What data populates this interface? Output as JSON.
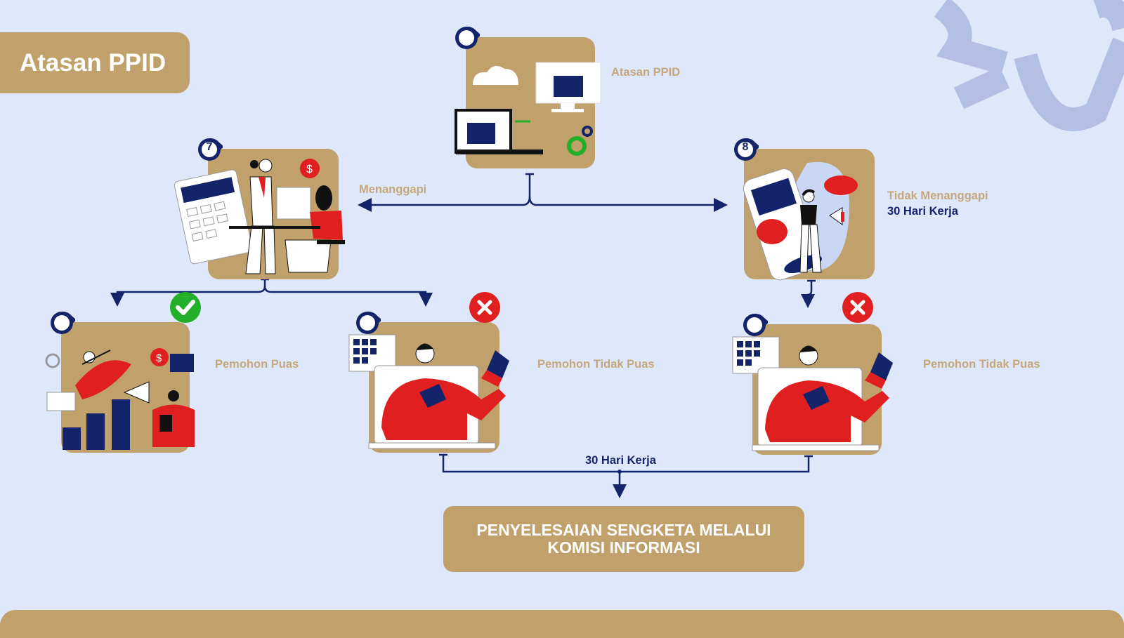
{
  "header": {
    "title": "Atasan PPID"
  },
  "nodes": {
    "top": {
      "label": "Atasan PPID"
    },
    "step7": {
      "number": "7",
      "label": "Menanggapi"
    },
    "step8": {
      "number": "8",
      "label": "Tidak Menanggapi",
      "sublabel": "30 Hari Kerja"
    },
    "satisfied": {
      "label": "Pemohon Puas",
      "status_icon": "check-icon"
    },
    "unsatisfied_a": {
      "label": "Pemohon Tidak Puas",
      "status_icon": "x-icon"
    },
    "unsatisfied_b": {
      "label": "Pemohon Tidak Puas",
      "status_icon": "x-icon"
    }
  },
  "connector": {
    "label": "30 Hari Kerja"
  },
  "result": {
    "line1": "PENYELESAIAN SENGKETA MELALUI",
    "line2": "KOMISI INFORMASI"
  },
  "colors": {
    "background": "#dfe8fb",
    "tan": "#c0a16b",
    "navy": "#13246b",
    "red": "#e02020",
    "green": "#22b02a"
  }
}
